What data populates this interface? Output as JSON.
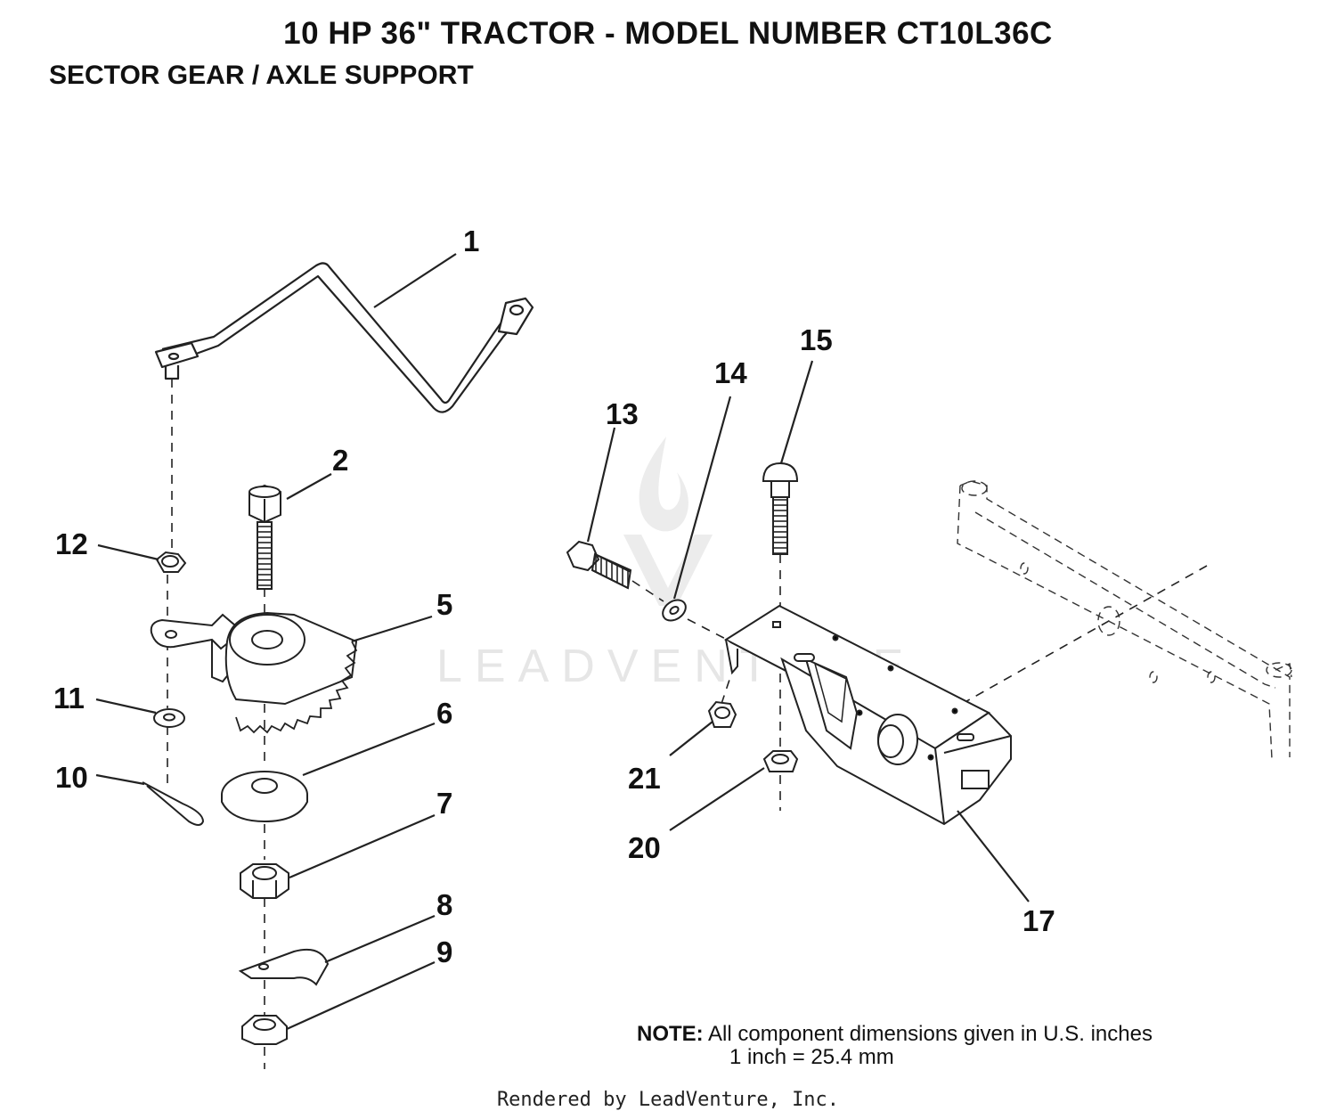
{
  "header": {
    "title": "10 HP 36\" TRACTOR  - MODEL NUMBER CT10L36C",
    "subtitle": "SECTOR GEAR / AXLE SUPPORT"
  },
  "callouts": {
    "c1": "1",
    "c2": "2",
    "c5": "5",
    "c6": "6",
    "c7": "7",
    "c8": "8",
    "c9": "9",
    "c10": "10",
    "c11": "11",
    "c12": "12",
    "c13": "13",
    "c14": "14",
    "c15": "15",
    "c17": "17",
    "c20": "20",
    "c21": "21"
  },
  "note": {
    "label": "NOTE:",
    "line1": "All component dimensions given in U.S. inches",
    "line2": "1 inch = 25.4 mm"
  },
  "watermark": "LEADVENTURE",
  "footer": "Rendered by LeadVenture, Inc."
}
